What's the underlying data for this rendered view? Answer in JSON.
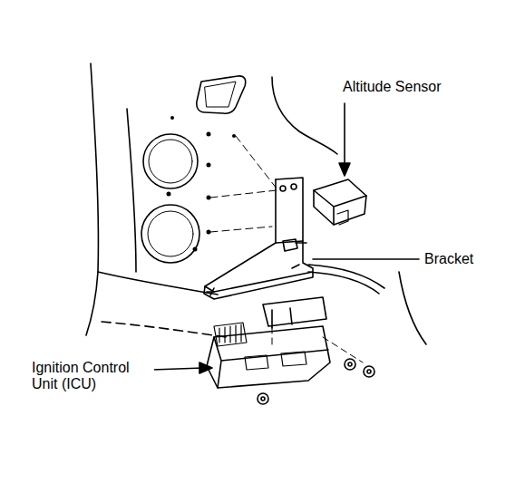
{
  "diagram": {
    "labels": [
      "Altitude Sensor",
      "Bracket",
      "Ignition Control Unit (ICU)"
    ]
  }
}
